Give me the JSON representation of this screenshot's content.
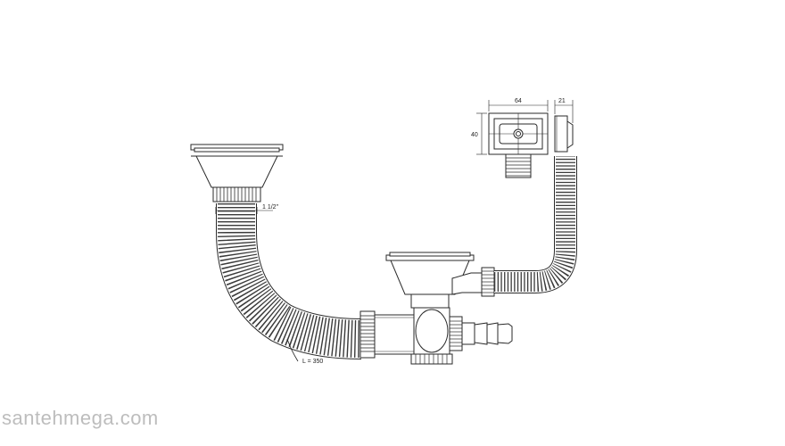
{
  "dimensions": {
    "overflow_width": "64",
    "overflow_height": "40",
    "overflow_depth": "21",
    "thread_size": "1 1/2\"",
    "hose_length": "L = 350"
  },
  "watermark": "santehmega.com",
  "colors": {
    "line": "#2a2a2a",
    "fill": "#ffffff",
    "watermark": "#bdbdbd"
  }
}
